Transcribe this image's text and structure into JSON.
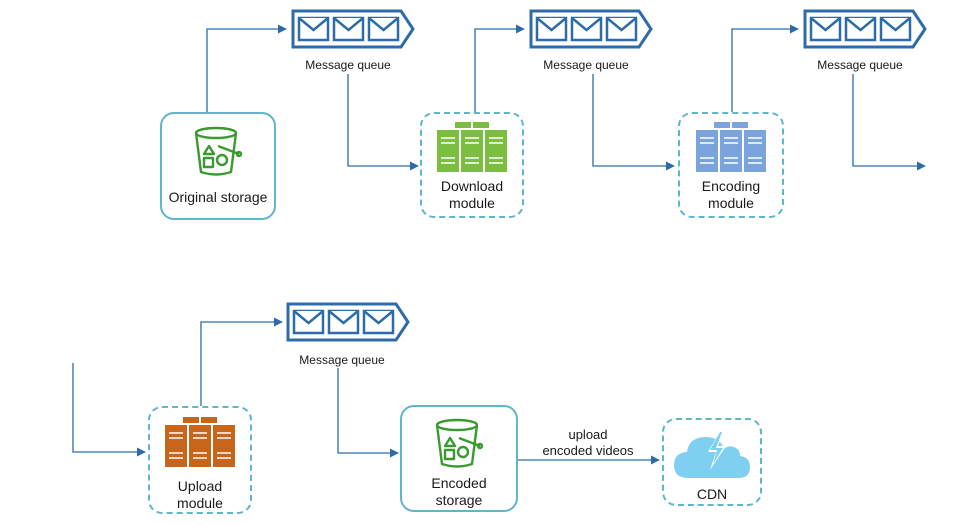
{
  "queues": [
    {
      "id": "q1",
      "label": "Message queue"
    },
    {
      "id": "q2",
      "label": "Message queue"
    },
    {
      "id": "q3",
      "label": "Message queue"
    },
    {
      "id": "q4",
      "label": "Message queue"
    }
  ],
  "nodes": {
    "original_storage": {
      "label": "Original storage"
    },
    "download_module": {
      "label": "Download\nmodule"
    },
    "encoding_module": {
      "label": "Encoding\nmodule"
    },
    "upload_module": {
      "label": "Upload\nmodule"
    },
    "encoded_storage": {
      "label": "Encoded\nstorage"
    },
    "cdn": {
      "label": "CDN"
    }
  },
  "edges": {
    "upload_encoded": {
      "label": "upload\nencoded videos"
    }
  },
  "colors": {
    "queue_blue": "#2d6ca8",
    "connector": "#2d6ca8",
    "node_border": "#5fb6c9",
    "storage_green": "#3a9a2f",
    "download_green": "#7cbe3f",
    "encoding_blue": "#7ba3dc",
    "upload_orange": "#c7651a",
    "cdn_blue": "#7fd0f0"
  },
  "icons": {
    "queue": "message-queue-icon",
    "storage": "bucket-icon",
    "server": "server-rack-icon",
    "cdn": "cloud-lightning-icon"
  }
}
